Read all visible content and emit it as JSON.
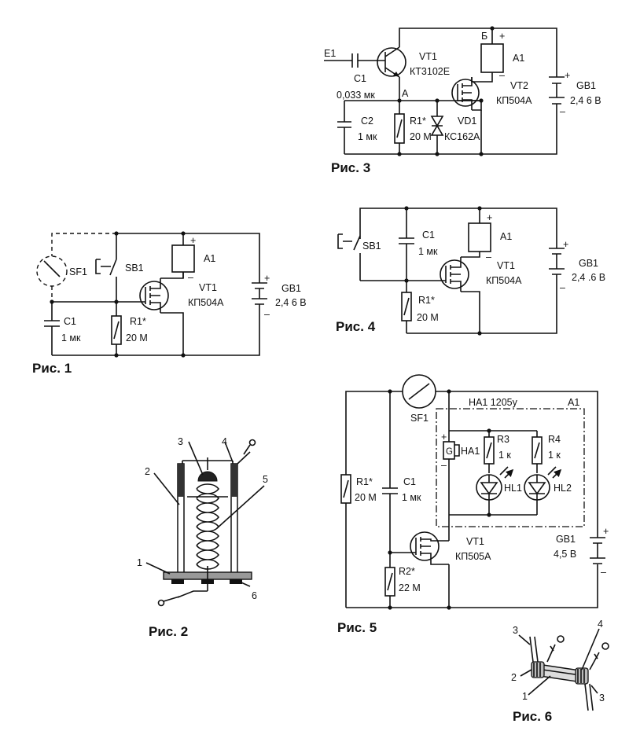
{
  "fig1": {
    "caption": "Рис. 1",
    "sf1": "SF1",
    "sb1": "SB1",
    "a1": "A1",
    "vt1": "VT1",
    "vt1_type": "КП504А",
    "gb1": "GB1",
    "gb1_val": "2,4    6 В",
    "c1": "C1",
    "c1_val": "1 мк",
    "r1": "R1*",
    "r1_val": "20 М",
    "plus": "+",
    "minus": "–"
  },
  "fig2": {
    "caption": "Рис. 2",
    "n1": "1",
    "n2": "2",
    "n3": "3",
    "n4": "4",
    "n5": "5",
    "n6": "6"
  },
  "fig3": {
    "caption": "Рис. 3",
    "e1": "E1",
    "c1": "C1",
    "c1_val": "0,033 мк",
    "vt1": "VT1",
    "vt1_type": "КТ3102Е",
    "node_a": "А",
    "node_b": "Б",
    "a1": "A1",
    "vt2": "VT2",
    "vt2_type": "КП504А",
    "gb1": "GB1",
    "gb1_val": "2,4    6 В",
    "c2": "C2",
    "c2_val": "1 мк",
    "r1": "R1*",
    "r1_val": "20 М",
    "vd1": "VD1",
    "vd1_type": "КС162А",
    "plus": "+",
    "minus": "–"
  },
  "fig4": {
    "caption": "Рис. 4",
    "sb1": "SB1",
    "c1": "C1",
    "c1_val": "1 мк",
    "a1": "A1",
    "vt1": "VT1",
    "vt1_type": "КП504А",
    "gb1": "GB1",
    "gb1_val": "2,4  .6 В",
    "r1": "R1*",
    "r1_val": "20 М",
    "plus": "+",
    "minus": "–"
  },
  "fig5": {
    "caption": "Рис. 5",
    "sf1": "SF1",
    "ha1_title": "НА1 1205у",
    "a1": "A1",
    "ha1": "HA1",
    "g": "G",
    "r3": "R3",
    "r3_val": "1 к",
    "r4": "R4",
    "r4_val": "1 к",
    "hl1": "HL1",
    "hl2": "HL2",
    "r1": "R1*",
    "r1_val": "20 М",
    "c1": "C1",
    "c1_val": "1 мк",
    "vt1": "VT1",
    "vt1_type": "КП505А",
    "gb1": "GB1",
    "gb1_val": "4,5 В",
    "r2": "R2*",
    "r2_val": "22 М",
    "plus": "+",
    "minus": "–"
  },
  "fig6": {
    "caption": "Рис. 6",
    "n1": "1",
    "n2": "2",
    "n3a": "3",
    "n3b": "3",
    "n4": "4"
  }
}
